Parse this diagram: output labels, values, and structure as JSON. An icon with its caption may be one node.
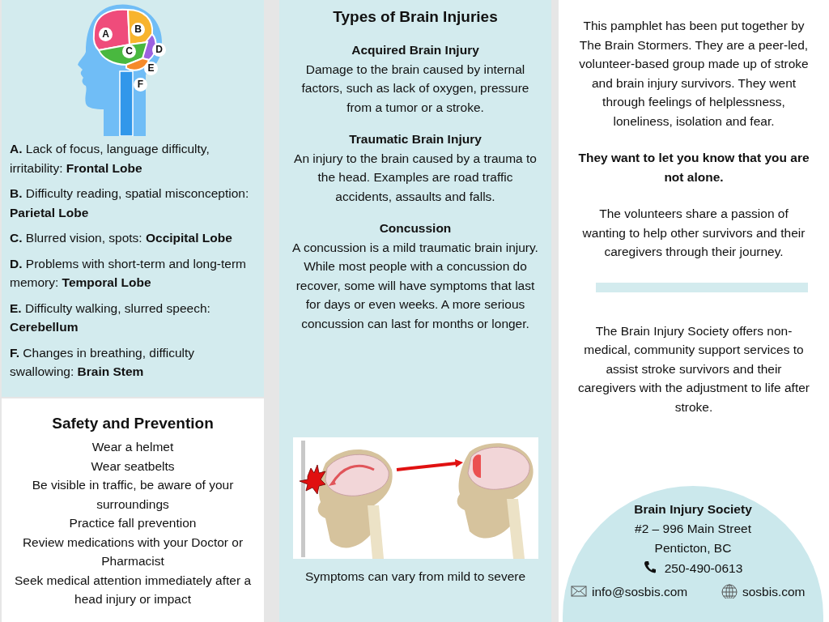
{
  "diagram": {
    "nodes": [
      {
        "text": [
          "**A.** Lack of focus, language difficulty, irritability: **Frontal Lobe**",
          "**B.** Difficulty reading, spatial misconception: **Parietal Lobe**",
          "**C.** Blurred vision, spots: **Occipital Lobe**",
          "**D.** Problems with short-term and long-term memory: **Temporal Lobe**",
          "**E.** Difficulty walking, slurred speech: **Cerebellum**",
          "**F.** Changes in breathing, difficulty swallowing: **Brain Stem**"
        ]
      },
      {
        "text": [
          "Safety and Prevention",
          "Wear a helmet",
          "Wear seatbelts",
          "Be visible in traffic, be aware of your surroundings",
          "Practice fall prevention",
          "Review medications with your Doctor or Pharmacist",
          "Seek medical attention immediately after a head injury or impact"
        ]
      },
      {
        "text": [
          "Types of Brain Injuries",
          "Acquired Brain Injury",
          "Damage to the brain caused by internal factors, such as lack of oxygen, pressure from a tumor or a stroke.",
          "Traumatic Brain Injury",
          "An injury to the brain caused by a trauma to the head. Examples are road traffic accidents, assaults and falls.",
          "Concussion",
          "A concussion is a mild traumatic brain injury. While most people with a concussion do recover, some will have symptoms that last for days or even weeks. A more serious concussion can last for months or longer.",
          "Symptoms can vary from mild to severe"
        ]
      },
      {
        "text": [
          "This pamphlet has been put together by The Brain Stormers. They are a peer-led, volunteer-based group made up of stroke and brain injury survivors. They went through feelings of helplessness, loneliness, isolation and fear.",
          "They want to let you know that you are not alone.",
          "The volunteers share a passion of wanting to help other survivors and their caregivers  through their journey.",
          "The Brain Injury Society offers non-medical, community support services to assist stroke survivors and their caregivers with the adjustment to life after stroke."
        ]
      },
      {
        "text": [
          "Brain Injury Society",
          "#2 – 996 Main Street",
          "Penticton, BC",
          "250-490-0613",
          "info@sosbis.com",
          "sosbis.com"
        ],
        "in": 3
      }
    ],
    "labels": [
      "A",
      "B",
      "C",
      "D",
      "E",
      "F"
    ]
  }
}
